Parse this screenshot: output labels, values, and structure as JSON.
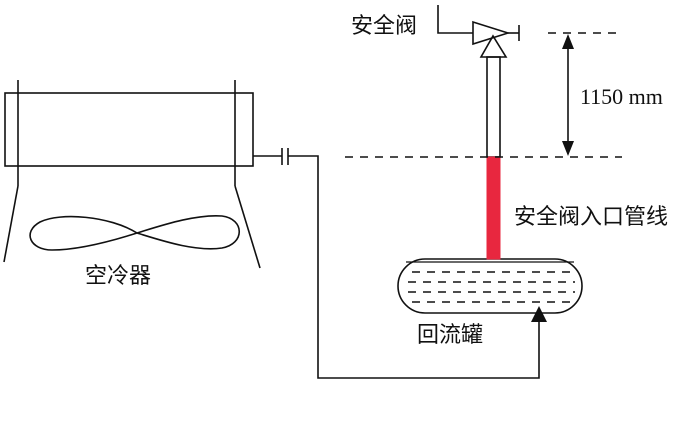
{
  "labels": {
    "safety_valve": "安全阀",
    "dimension": "1150 mm",
    "inlet_line": "安全阀入口管线",
    "air_cooler": "空冷器",
    "reflux_drum": "回流罐"
  },
  "colors": {
    "inlet_line": "#e8273f",
    "line": "#111111"
  }
}
